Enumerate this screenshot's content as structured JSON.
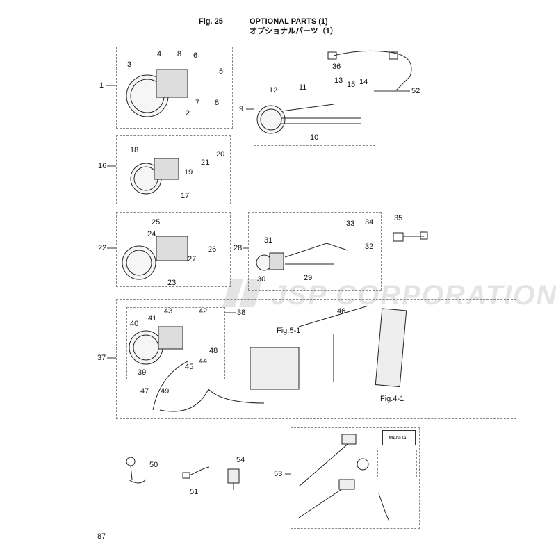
{
  "header": {
    "fig": "Fig. 25",
    "title_en": "OPTIONAL PARTS (1)",
    "title_jp": "オプショナルパーツ（1）"
  },
  "watermark": "JSP CORPORATION",
  "page_number": "87",
  "manual_label": "MANUAL",
  "refs": {
    "fig5": "Fig.5-1",
    "fig4": "Fig.4-1"
  },
  "callouts": [
    "1",
    "3",
    "4",
    "8",
    "6",
    "5",
    "7",
    "8",
    "2",
    "9",
    "12",
    "11",
    "13",
    "15",
    "14",
    "52",
    "36",
    "10",
    "16",
    "18",
    "20",
    "21",
    "19",
    "17",
    "22",
    "24",
    "25",
    "26",
    "27",
    "23",
    "28",
    "31",
    "33",
    "34",
    "32",
    "35",
    "30",
    "29",
    "38",
    "43",
    "42",
    "41",
    "40",
    "46",
    "48",
    "44",
    "45",
    "39",
    "37",
    "47",
    "49",
    "50",
    "54",
    "51",
    "53"
  ]
}
